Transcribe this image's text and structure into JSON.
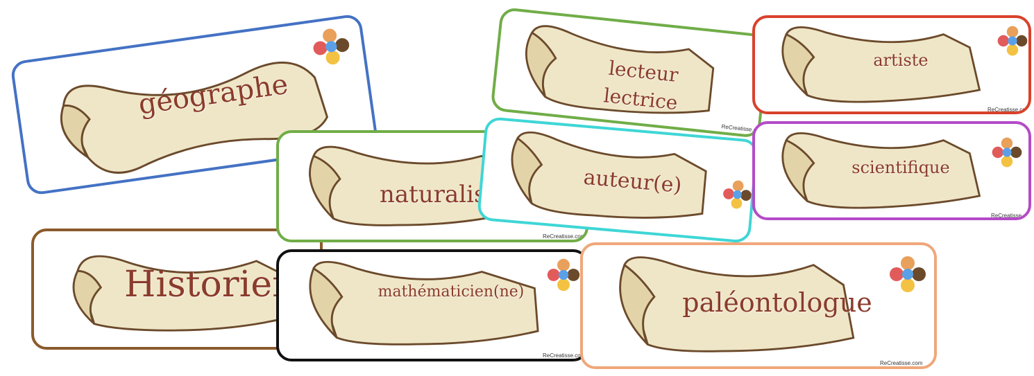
{
  "cards": [
    {
      "id": "geographe",
      "text": "géographe",
      "border": "#4472c4",
      "credit": ""
    },
    {
      "id": "historien",
      "text": "Historien(n",
      "border": "#8b5a2b",
      "credit": ""
    },
    {
      "id": "naturaliste",
      "text": "naturalis",
      "border": "#70ad47",
      "credit": "ReCreatisse.com"
    },
    {
      "id": "mathematicien",
      "text": "mathématicien(ne)",
      "border": "#111111",
      "credit": "ReCreatisse.com"
    },
    {
      "id": "lecteur",
      "line1": "lecteur",
      "line2": "lectrice",
      "border": "#70ad47",
      "credit": "ReCreatisse.com"
    },
    {
      "id": "auteur",
      "text": "auteur(e)",
      "border": "#3fd6d6",
      "credit": ""
    },
    {
      "id": "artiste",
      "text": "artiste",
      "border": "#d9412b",
      "credit": "ReCreatisse.com"
    },
    {
      "id": "scientifique",
      "text": "scientifique",
      "border": "#b44bc8",
      "credit": "ReCreatisse.com"
    },
    {
      "id": "paleontologue",
      "text": "paléontologue",
      "border": "#f0a77a",
      "credit": "ReCreatisse.com"
    }
  ],
  "colors": {
    "parchment": "#efe6c8",
    "parchment_edge": "#6b4a2b",
    "text": "#8a3b2c"
  },
  "icons": {
    "scroll": "parchment-scroll-icon",
    "kids": "children-circle-icon"
  }
}
